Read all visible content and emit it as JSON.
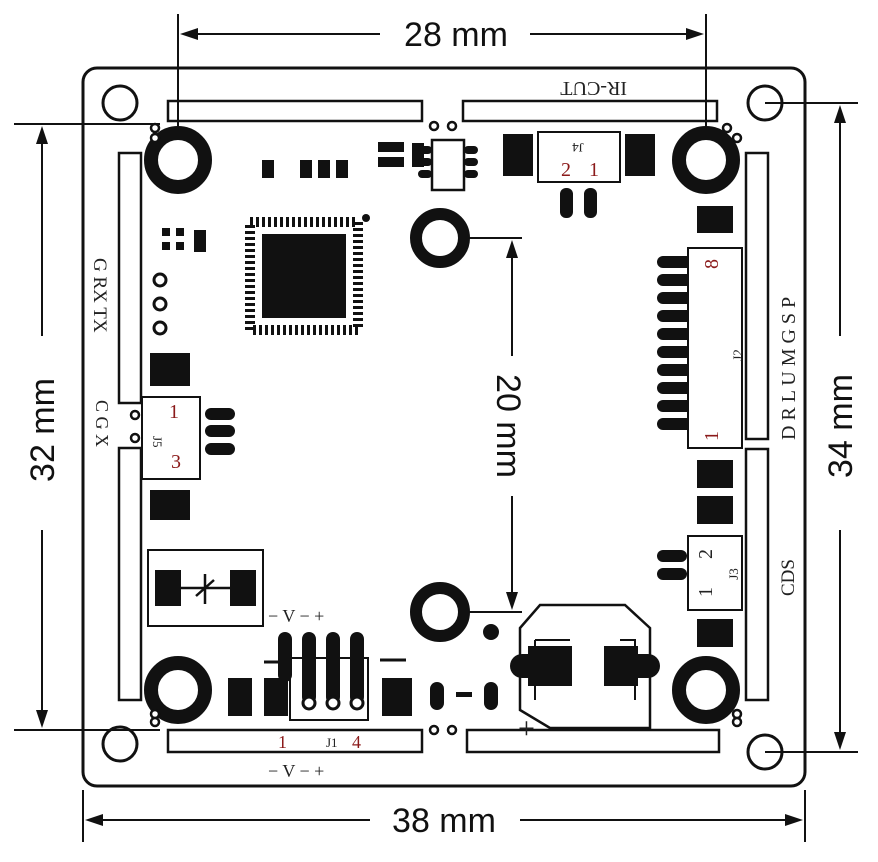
{
  "dimensions": {
    "top_width": "28 mm",
    "bottom_width": "38 mm",
    "left_height": "32 mm",
    "right_height": "34 mm",
    "center_span": "20 mm"
  },
  "labels": {
    "ir_cut": "IR-CUT",
    "j4": "J4",
    "j4_pin1": "1",
    "j4_pin2": "2",
    "j2": "J2",
    "j2_pin8": "8",
    "j2_pin1": "1",
    "j2_side": "D R L U M G S P",
    "j3": "J3",
    "j3_pin1": "1",
    "j3_pin2": "2",
    "cds": "CDS",
    "j5": "J5",
    "j5_pin1": "1",
    "j5_pin3": "3",
    "left_uart": "G RX TX",
    "left_cgx": "C G X",
    "j1": "J1",
    "j1_pin1": "1",
    "j1_pin4": "4",
    "power_top": "−  V  −  +",
    "power_bottom": "−  V  −  +",
    "battery_plus": "+"
  },
  "colors": {
    "ink": "#111111",
    "pin_red": "#8b1a1a"
  }
}
